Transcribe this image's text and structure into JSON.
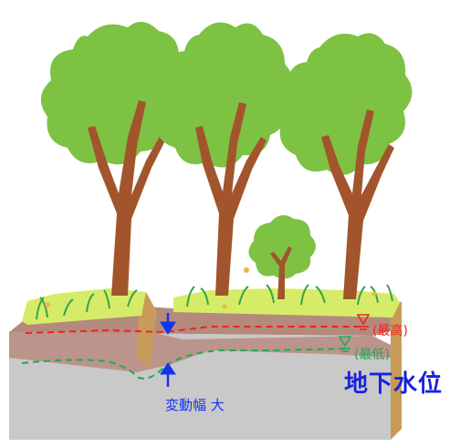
{
  "labels": {
    "max_level": "(最高)",
    "min_level": "(最低)",
    "groundwater_level": "地下水位",
    "fluctuation_range": "変動幅 大"
  },
  "colors": {
    "background": "#ffffff",
    "canopy": "#7dc242",
    "trunk": "#a2552c",
    "soil_top": "#b48a7c",
    "soil_side": "#c79b56",
    "groundwater_body": "#c9c9c9",
    "grass": "#d6ec69",
    "max_line": "#ee2222",
    "min_line": "#22aa55",
    "arrows": "#1433ee",
    "title_text": "#1a22dd"
  }
}
